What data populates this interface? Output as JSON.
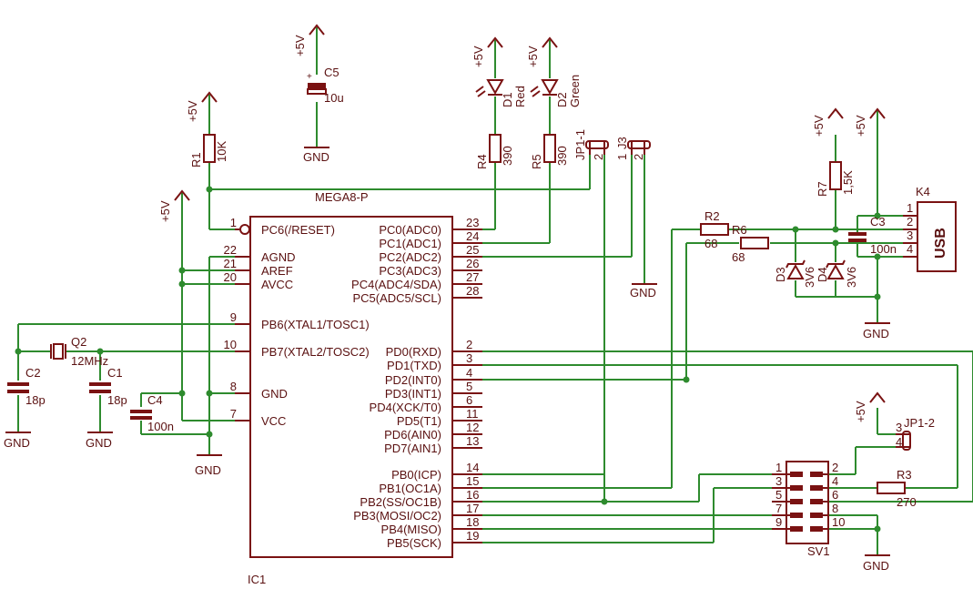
{
  "ic1": {
    "name": "IC1",
    "part": "MEGA8-P",
    "pins_left": [
      {
        "num": "1",
        "name": "PC6(/RESET)"
      },
      {
        "num": "22",
        "name": "AGND"
      },
      {
        "num": "21",
        "name": "AREF"
      },
      {
        "num": "20",
        "name": "AVCC"
      },
      {
        "num": "9",
        "name": "PB6(XTAL1/TOSC1)"
      },
      {
        "num": "10",
        "name": "PB7(XTAL2/TOSC2)"
      },
      {
        "num": "8",
        "name": "GND"
      },
      {
        "num": "7",
        "name": "VCC"
      }
    ],
    "pins_right": [
      {
        "num": "23",
        "name": "PC0(ADC0)"
      },
      {
        "num": "24",
        "name": "PC1(ADC1)"
      },
      {
        "num": "25",
        "name": "PC2(ADC2)"
      },
      {
        "num": "26",
        "name": "PC3(ADC3)"
      },
      {
        "num": "27",
        "name": "PC4(ADC4/SDA)"
      },
      {
        "num": "28",
        "name": "PC5(ADC5/SCL)"
      },
      {
        "num": "2",
        "name": "PD0(RXD)"
      },
      {
        "num": "3",
        "name": "PD1(TXD)"
      },
      {
        "num": "4",
        "name": "PD2(INT0)"
      },
      {
        "num": "5",
        "name": "PD3(INT1)"
      },
      {
        "num": "6",
        "name": "PD4(XCK/T0)"
      },
      {
        "num": "11",
        "name": "PD5(T1)"
      },
      {
        "num": "12",
        "name": "PD6(AIN0)"
      },
      {
        "num": "13",
        "name": "PD7(AIN1)"
      },
      {
        "num": "14",
        "name": "PB0(ICP)"
      },
      {
        "num": "15",
        "name": "PB1(OC1A)"
      },
      {
        "num": "16",
        "name": "PB2(SS/OC1B)"
      },
      {
        "num": "17",
        "name": "PB3(MOSI/OC2)"
      },
      {
        "num": "18",
        "name": "PB4(MISO)"
      },
      {
        "num": "19",
        "name": "PB5(SCK)"
      }
    ]
  },
  "power": {
    "vcc": "+5V",
    "gnd": "GND"
  },
  "c5": {
    "name": "C5",
    "value": "10u",
    "plus": "+"
  },
  "r1": {
    "name": "R1",
    "value": "10K"
  },
  "d1": {
    "name": "D1",
    "color": "Red"
  },
  "d2": {
    "name": "D2",
    "color": "Green"
  },
  "r4": {
    "name": "R4",
    "value": "390"
  },
  "r5": {
    "name": "R5",
    "value": "390"
  },
  "jp11": {
    "name": "JP1-1",
    "pin": "2"
  },
  "j3": {
    "name": "J3",
    "pin1": "1",
    "pin2": "2"
  },
  "r7": {
    "name": "R7",
    "value": "1,5K"
  },
  "k4": {
    "name": "K4",
    "label": "USB",
    "pins": [
      "1",
      "2",
      "3",
      "4"
    ]
  },
  "c3": {
    "name": "C3",
    "value": "100n"
  },
  "r2": {
    "name": "R2",
    "value": "68"
  },
  "r6": {
    "name": "R6",
    "value": "68"
  },
  "d3": {
    "name": "D3",
    "value": "3V6"
  },
  "d4": {
    "name": "D4",
    "value": "3V6"
  },
  "q2": {
    "name": "Q2",
    "value": "12MHz"
  },
  "c2": {
    "name": "C2",
    "value": "18p"
  },
  "c1": {
    "name": "C1",
    "value": "18p"
  },
  "c4": {
    "name": "C4",
    "value": "100n"
  },
  "jp12": {
    "name": "JP1-2",
    "pin3": "3",
    "pin4": "4"
  },
  "r3": {
    "name": "R3",
    "value": "270"
  },
  "sv1": {
    "name": "SV1",
    "pins": [
      "1",
      "2",
      "3",
      "4",
      "5",
      "6",
      "7",
      "8",
      "9",
      "10"
    ]
  }
}
